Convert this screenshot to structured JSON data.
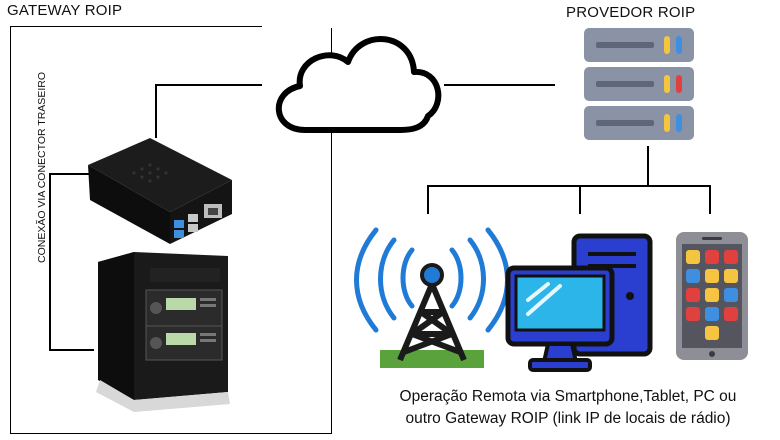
{
  "gateway": {
    "title": "GATEWAY ROIP",
    "side_label": "CONEXÃO VIA CONECTOR TRASEIRO"
  },
  "provider": {
    "title": "PROVEDOR ROIP"
  },
  "caption": {
    "line1": "Operação Remota via Smartphone,Tablet, PC ou",
    "line2": "outro Gateway ROIP (link IP de locais de rádio)"
  },
  "icons": [
    "cloud-icon",
    "server-rack-icon",
    "raspberry-pi-icon",
    "radio-repeater-icon",
    "radio-tower-icon",
    "desktop-pc-icon",
    "smartphone-icon"
  ],
  "colors": {
    "server_body": "#8a93a6",
    "server_led_yellow": "#f5c542",
    "server_led_blue": "#3f8fe0",
    "server_led_red": "#e0413f",
    "tower_blue": "#1f7bd6",
    "tower_green": "#5aa23c",
    "pc_blue": "#2a3fd0",
    "screen_cyan": "#2bb5e8"
  }
}
